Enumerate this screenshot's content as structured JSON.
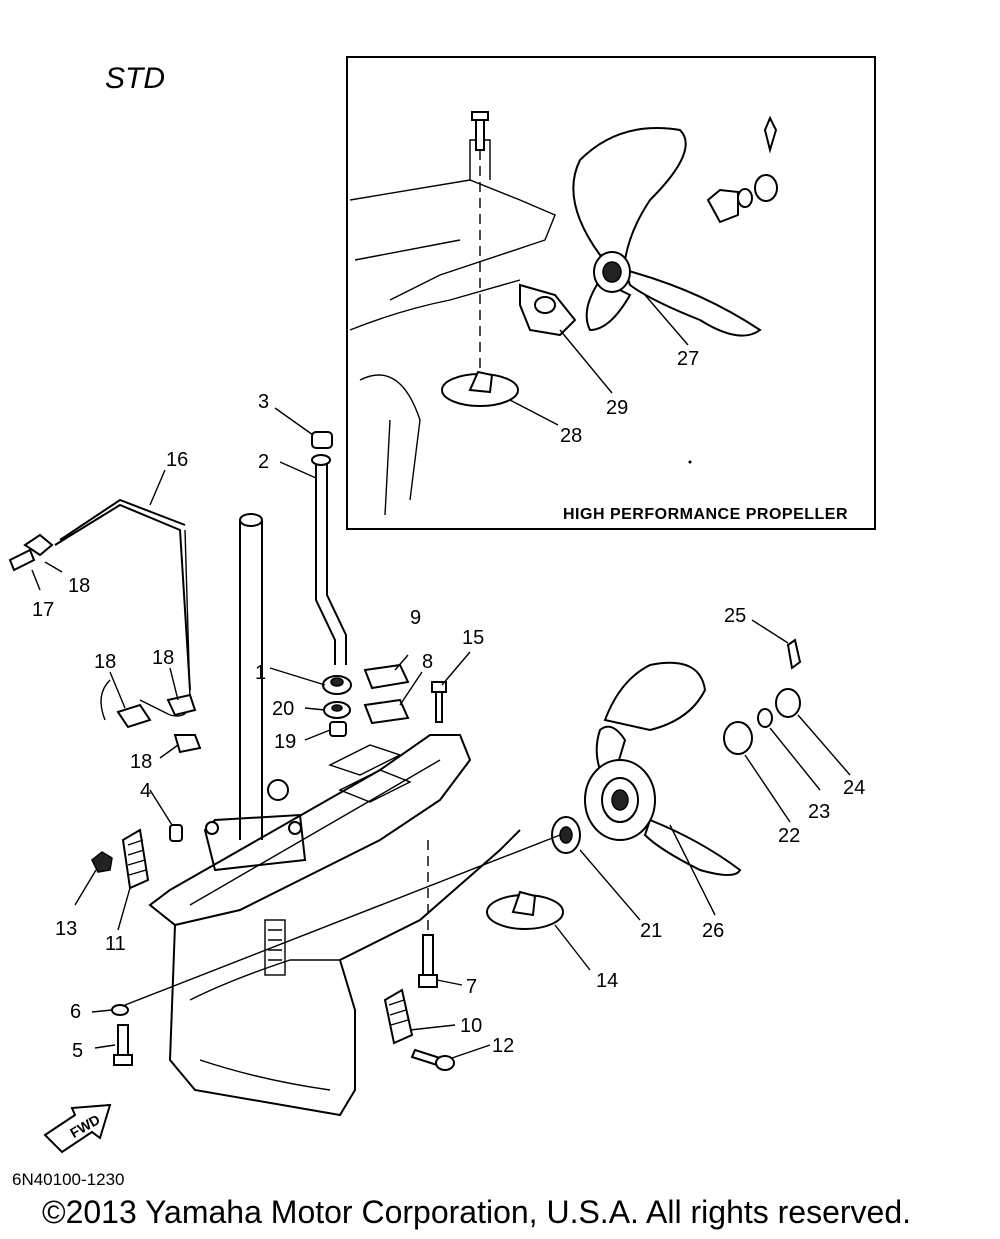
{
  "header": {
    "variant": "STD"
  },
  "inset": {
    "caption": "HIGH PERFORMANCE PROPELLER"
  },
  "direction_marker": {
    "text": "FWD"
  },
  "footer": {
    "diagram_code": "6N40100-1230",
    "copyright": "©2013 Yamaha Motor Corporation, U.S.A. All rights reserved."
  },
  "callouts": {
    "c1": "1",
    "c2": "2",
    "c3": "3",
    "c4": "4",
    "c5": "5",
    "c6": "6",
    "c7": "7",
    "c8": "8",
    "c9": "9",
    "c10": "10",
    "c11": "11",
    "c12": "12",
    "c13": "13",
    "c14": "14",
    "c15": "15",
    "c16": "16",
    "c17": "17",
    "c18a": "18",
    "c18b": "18",
    "c18c": "18",
    "c18d": "18",
    "c19": "19",
    "c20": "20",
    "c21": "21",
    "c22": "22",
    "c23": "23",
    "c24": "24",
    "c25": "25",
    "c26": "26",
    "c27": "27",
    "c28": "28",
    "c29": "29"
  }
}
